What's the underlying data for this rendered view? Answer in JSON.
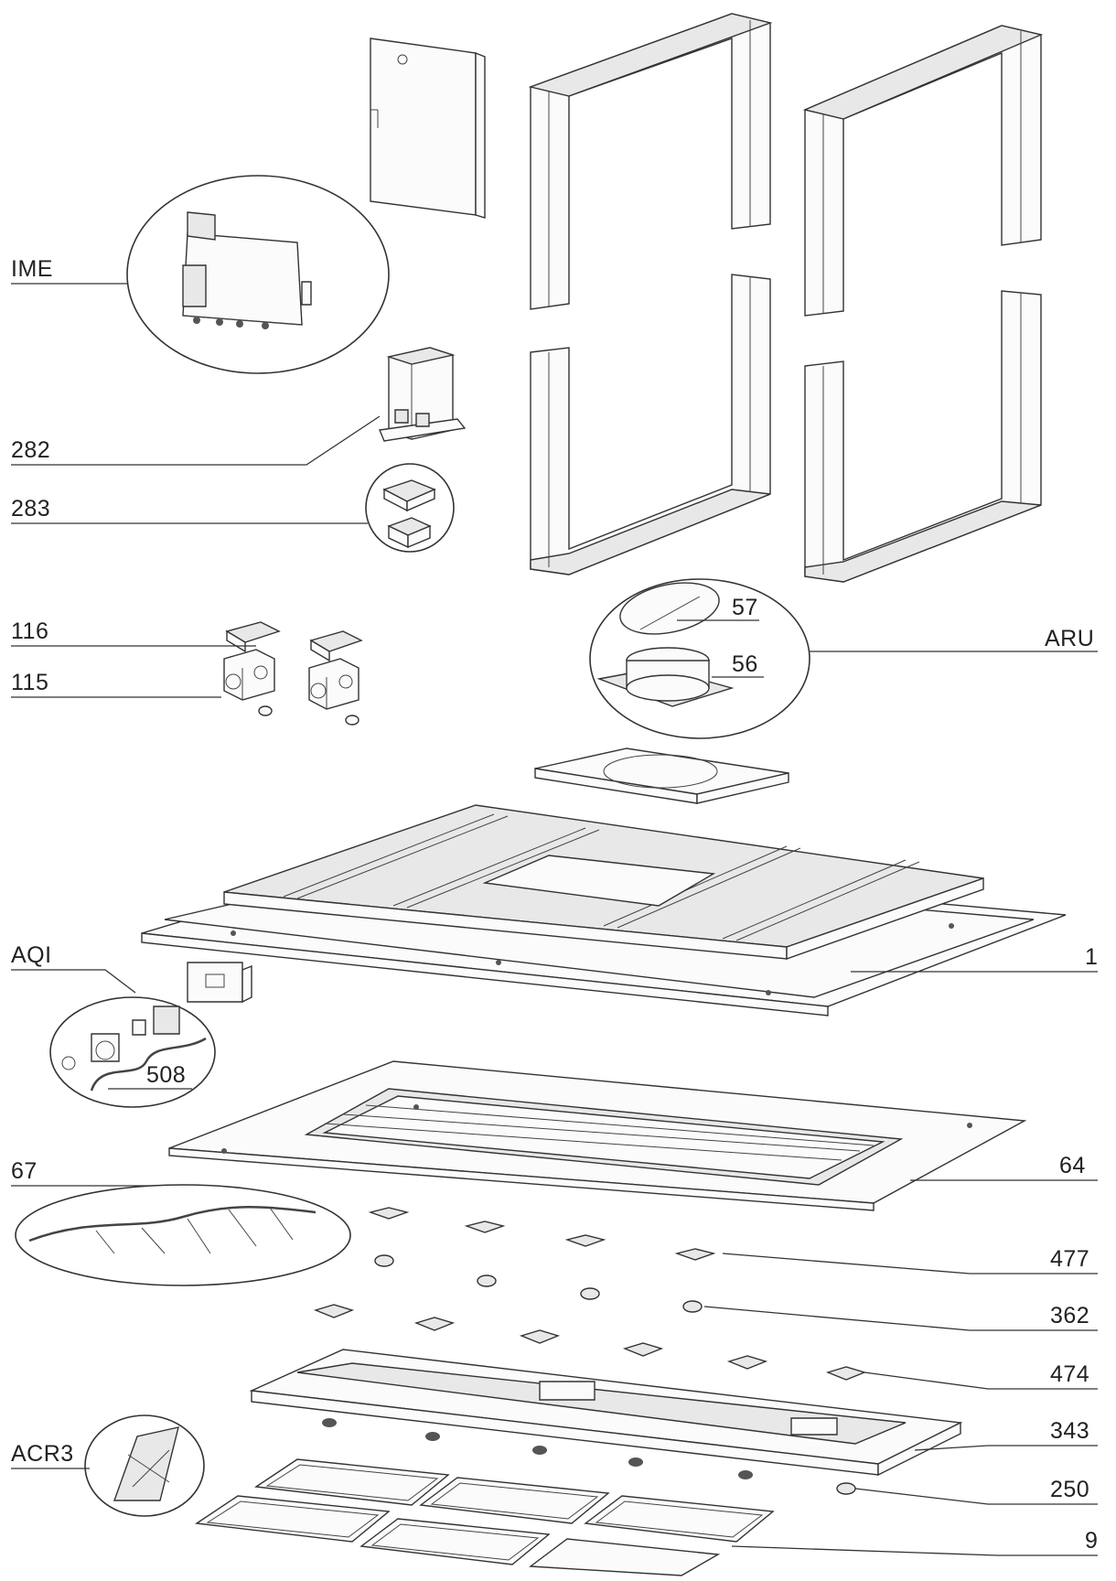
{
  "labels": {
    "ime": "IME",
    "l282": "282",
    "l283": "283",
    "l116": "116",
    "l115": "115",
    "l57": "57",
    "l56": "56",
    "aru": "ARU",
    "aqi": "AQI",
    "l508": "508",
    "l1": "1",
    "l67": "67",
    "l64": "64",
    "l477": "477",
    "l362": "362",
    "l474": "474",
    "l343": "343",
    "acr3": "ACR3",
    "l250": "250",
    "l9": "9"
  }
}
